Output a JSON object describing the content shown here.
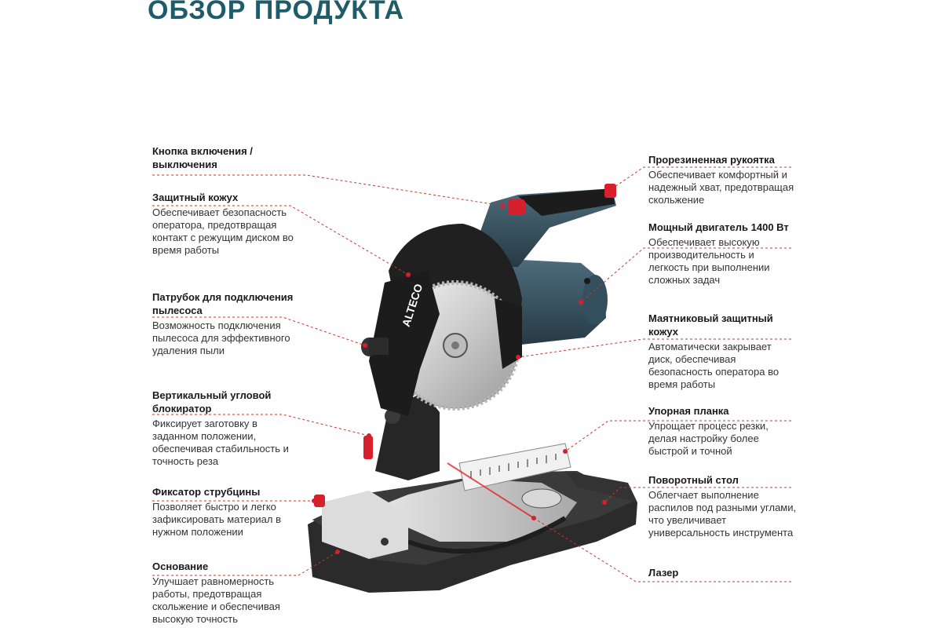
{
  "title": "ОБЗОР ПРОДУКТА",
  "brand": "ALTECO",
  "colors": {
    "title": "#1f5c6a",
    "leader": "#c0392b",
    "accent": "#d6202b",
    "body": "#3a5566"
  },
  "left_callouts": [
    {
      "title": "Кнопка включения / выключения",
      "desc": ""
    },
    {
      "title": "Защитный кожух",
      "desc": "Обеспечивает безопасность оператора, предотвращая контакт с режущим диском во время работы"
    },
    {
      "title": "Патрубок для подключения пылесоса",
      "desc": "Возможность подключения пылесоса для эффективного удаления пыли"
    },
    {
      "title": "Вертикальный угловой блокиратор",
      "desc": "Фиксирует заготовку в заданном положении, обеспечивая стабильность и точность реза"
    },
    {
      "title": "Фиксатор струбцины",
      "desc": "Позволяет быстро и легко зафиксировать материал в нужном положении"
    },
    {
      "title": "Основание",
      "desc": "Улучшает равномерность работы, предотвращая скольжение и обеспечивая высокую точность"
    }
  ],
  "right_callouts": [
    {
      "title": "Прорезиненная рукоятка",
      "desc": "Обеспечивает комфортный и надежный хват, предотвращая скольжение"
    },
    {
      "title": "Мощный двигатель 1400 Вт",
      "desc": "Обеспечивает высокую производительность и легкость при выполнении сложных задач"
    },
    {
      "title": "Маятниковый защитный кожух",
      "desc": "Автоматически закрывает диск, обеспечивая безопасность оператора во время работы"
    },
    {
      "title": "Упорная планка",
      "desc": "Упрощает процесс резки, делая настройку более быстрой и точной"
    },
    {
      "title": "Поворотный стол",
      "desc": "Облегчает выполнение распилов под разными углами, что увеличивает универсальность инструмента"
    },
    {
      "title": "Лазер",
      "desc": ""
    }
  ]
}
